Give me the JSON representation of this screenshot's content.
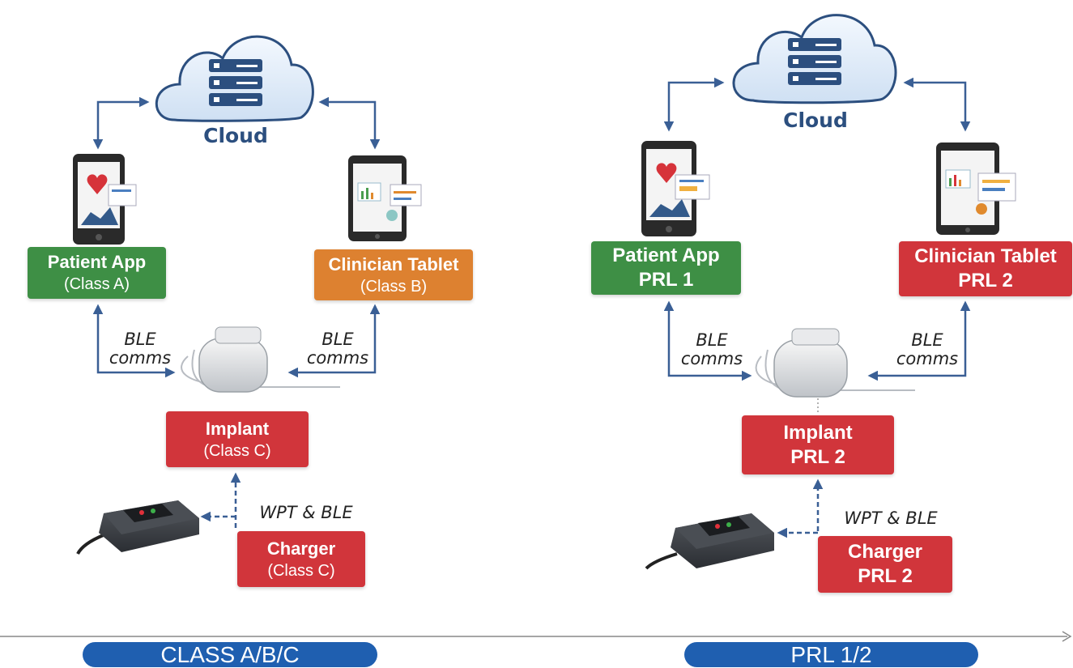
{
  "left": {
    "cloud": "Cloud",
    "patient": {
      "title": "Patient App",
      "sub": "(Class A)"
    },
    "clinician": {
      "title": "Clinician Tablet",
      "sub": "(Class B)"
    },
    "implant": {
      "title": "Implant",
      "sub": "(Class C)"
    },
    "charger": {
      "title": "Charger",
      "sub": "(Class C)"
    },
    "ble_left": {
      "l1": "BLE",
      "l2": "comms"
    },
    "ble_right": {
      "l1": "BLE",
      "l2": "comms"
    },
    "wpt": "WPT & BLE"
  },
  "right": {
    "cloud": "Cloud",
    "patient": {
      "title": "Patient App",
      "sub": "PRL 1"
    },
    "clinician": {
      "title": "Clinician Tablet",
      "sub": "PRL 2"
    },
    "implant": {
      "title": "Implant",
      "sub": "PRL 2"
    },
    "charger": {
      "title": "Charger",
      "sub": "PRL 2"
    },
    "ble_left": {
      "l1": "BLE",
      "l2": "comms"
    },
    "ble_right": {
      "l1": "BLE",
      "l2": "comms"
    },
    "wpt": "WPT & BLE"
  },
  "timeline": {
    "left_label": "CLASS A/B/C",
    "right_label": "PRL 1/2"
  },
  "colors": {
    "green": "#3e8f45",
    "orange": "#dd8130",
    "red": "#d1353b",
    "arrow": "#3a5f95",
    "pill": "#1f5fb0"
  }
}
